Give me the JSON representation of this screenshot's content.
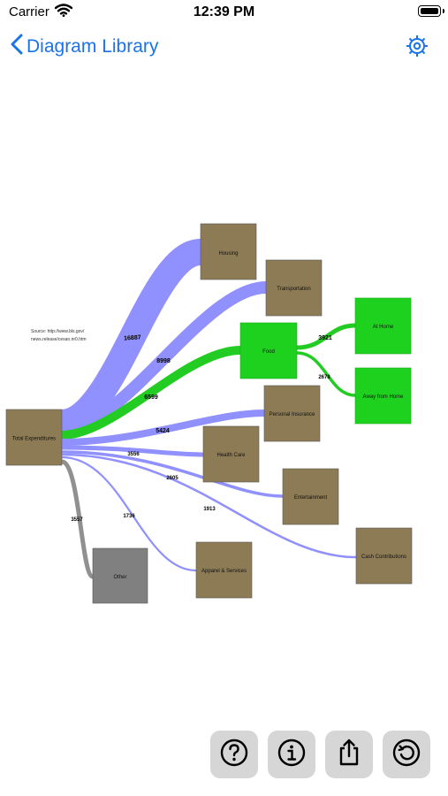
{
  "status_bar": {
    "carrier": "Carrier",
    "time": "12:39 PM"
  },
  "nav": {
    "back_label": "Diagram Library"
  },
  "colors": {
    "accent": "#1a73e8",
    "node_brown": "#8c7b55",
    "node_green": "#1fd11f",
    "node_gray": "#808080",
    "link_blue": "#9090ff",
    "link_green": "#22cc22",
    "link_gray": "#909090"
  },
  "diagram": {
    "source_line1": "Source: http://www.bls.gov/",
    "source_line2": "news.release/cesan.nr0.htm",
    "nodes": {
      "total": "Total Expenditures",
      "housing": "Housing",
      "transportation": "Transportation",
      "food": "Food",
      "personal_insurance": "Personal Insurance",
      "health_care": "Health Care",
      "entertainment": "Entertainment",
      "cash_contributions": "Cash Contributions",
      "apparel": "Apparel & Services",
      "other": "Other",
      "at_home": "At Home",
      "away_from_home": "Away from Home"
    },
    "flows": [
      {
        "source": "total",
        "target": "housing",
        "value": 16887,
        "label": "16887"
      },
      {
        "source": "total",
        "target": "transportation",
        "value": 8998,
        "label": "8998"
      },
      {
        "source": "total",
        "target": "food",
        "value": 6599,
        "label": "6599"
      },
      {
        "source": "total",
        "target": "personal_insurance",
        "value": 5424,
        "label": "5424"
      },
      {
        "source": "total",
        "target": "health_care",
        "value": 3556,
        "label": "3556"
      },
      {
        "source": "total",
        "target": "entertainment",
        "value": 2605,
        "label": "2605"
      },
      {
        "source": "total",
        "target": "cash_contributions",
        "value": 1913,
        "label": "1913"
      },
      {
        "source": "total",
        "target": "apparel",
        "value": 1736,
        "label": "1736"
      },
      {
        "source": "total",
        "target": "other",
        "value": 3557,
        "label": "3557"
      },
      {
        "source": "food",
        "target": "at_home",
        "value": 3921,
        "label": "3921"
      },
      {
        "source": "food",
        "target": "away_from_home",
        "value": 2678,
        "label": "2678"
      }
    ]
  },
  "toolbar": {
    "icons": [
      "help-icon",
      "info-icon",
      "share-icon",
      "reset-icon"
    ]
  }
}
